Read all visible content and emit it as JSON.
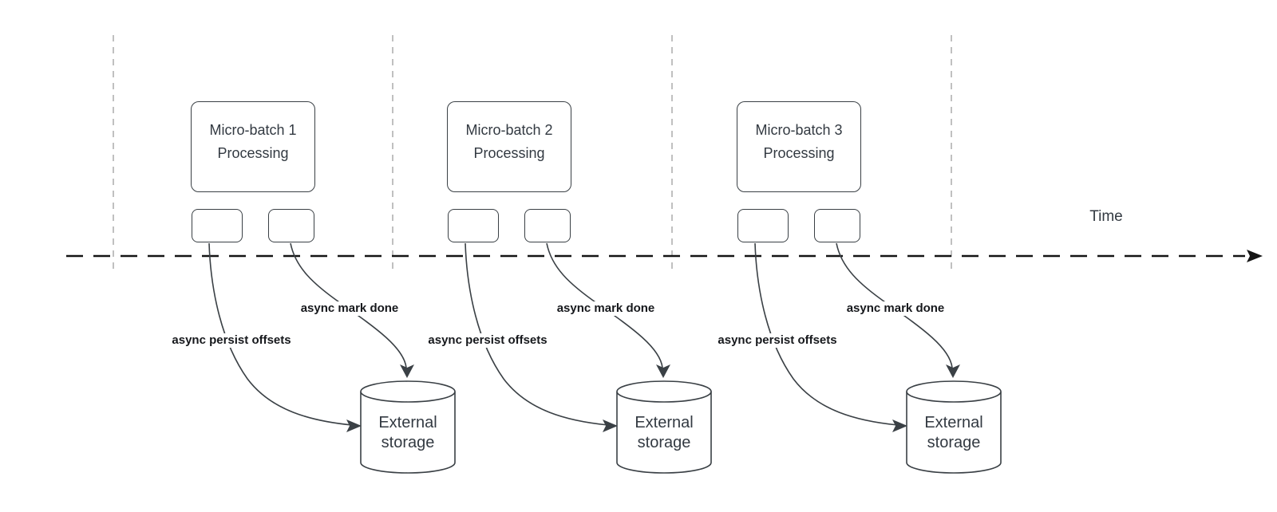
{
  "diagram": {
    "time_axis_label": "Time",
    "columns": [
      {
        "box_label": "Micro-batch 1\nProcessing",
        "persist_label": "async persist offsets",
        "mark_done_label": "async mark done",
        "storage_label": "External\nstorage"
      },
      {
        "box_label": "Micro-batch 2\nProcessing",
        "persist_label": "async persist offsets",
        "mark_done_label": "async mark done",
        "storage_label": "External\nstorage"
      },
      {
        "box_label": "Micro-batch 3\nProcessing",
        "persist_label": "async persist offsets",
        "mark_done_label": "async mark done",
        "storage_label": "External\nstorage"
      }
    ],
    "colors": {
      "shape_stroke": "#3a4045",
      "timeline_stroke": "#141414",
      "gridline_stroke": "#a6a6a6",
      "flow_label_text": "#16181c",
      "shape_text": "#333a42"
    }
  }
}
